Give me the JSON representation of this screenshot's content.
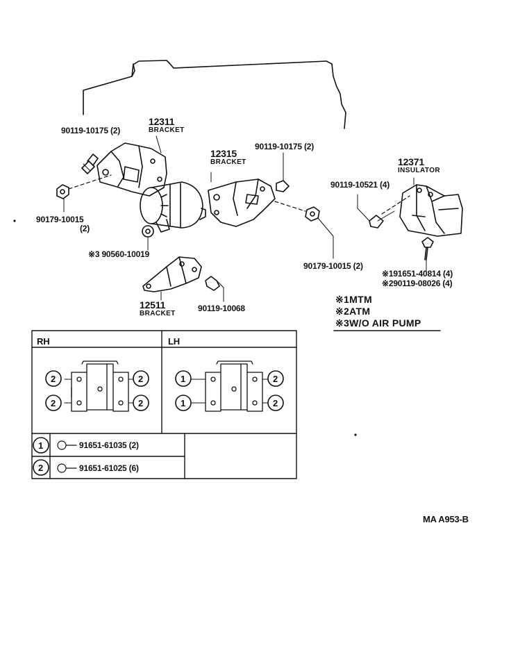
{
  "parts": {
    "bolt_top_left": "90119-10175 (2)",
    "bracket_12311_no": "12311",
    "bracket_12311_name": "BRACKET",
    "nut_left_no": "90179-10015",
    "nut_left_qty": "(2)",
    "washer_90560": "※3  90560-10019",
    "bracket_12315_no": "12315",
    "bracket_12315_name": "BRACKET",
    "bolt_top_center": "90119-10175 (2)",
    "nut_center": "90179-10015 (2)",
    "insulator_no": "12371",
    "insulator_name": "INSULATOR",
    "bolt_right": "90119-10521 (4)",
    "ins_bolt_1": "※191651-40814 (4)",
    "ins_bolt_2": "※290119-08026 (4)",
    "bracket_12511_no": "12511",
    "bracket_12511_name": "BRACKET",
    "bolt_bottom": "90119-10068"
  },
  "notes": [
    {
      "mark": "※1",
      "text": "MTM"
    },
    {
      "mark": "※2",
      "text": "ATM"
    },
    {
      "mark": "※3",
      "text": "W/O AIR  PUMP"
    }
  ],
  "table": {
    "rh_header": "RH",
    "lh_header": "LH",
    "circle_1": "1",
    "circle_2": "2",
    "row1_part": "91651-61035 (2)",
    "row2_part": "91651-61025 (6)"
  },
  "drawing_code": "MA  A953-B"
}
